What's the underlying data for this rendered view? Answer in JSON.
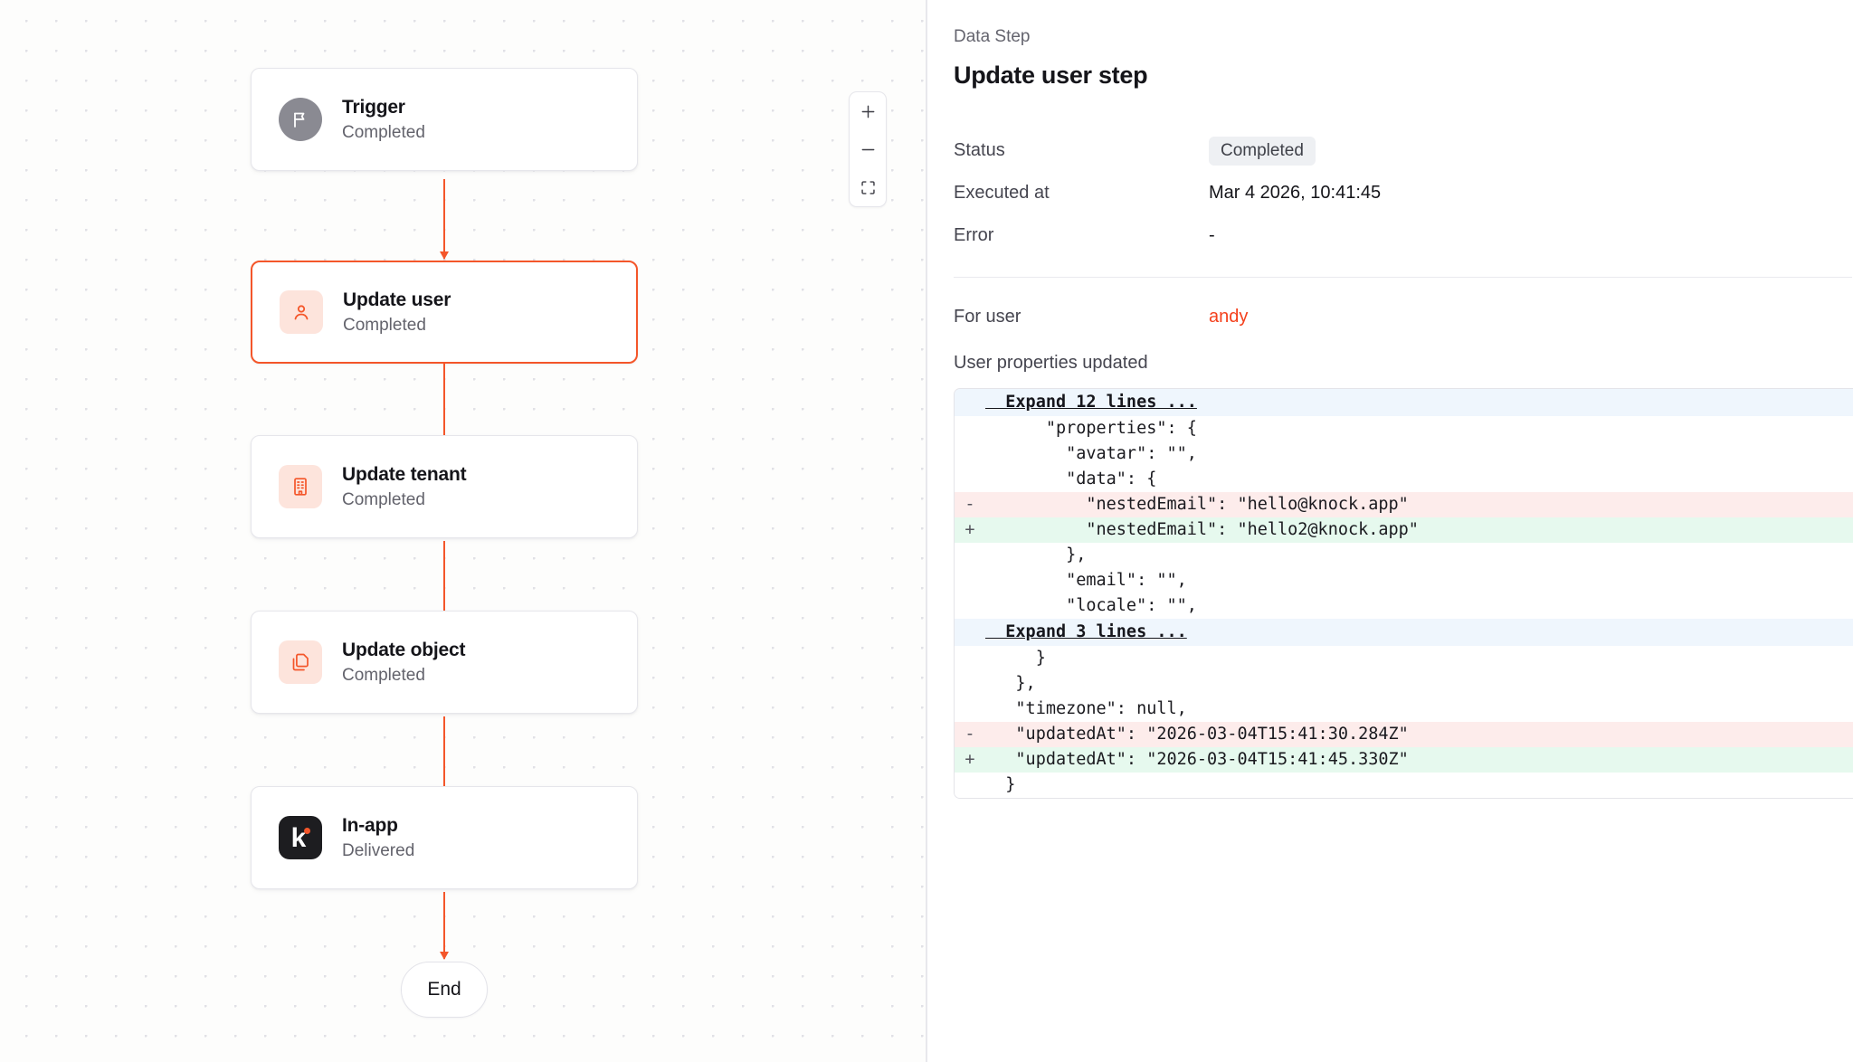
{
  "canvas": {
    "nodes": [
      {
        "title": "Trigger",
        "status": "Completed",
        "icon": "flag-icon",
        "icon_style": "gray",
        "selected": false
      },
      {
        "title": "Update user",
        "status": "Completed",
        "icon": "user-icon",
        "icon_style": "peach",
        "selected": true
      },
      {
        "title": "Update tenant",
        "status": "Completed",
        "icon": "building-icon",
        "icon_style": "peach",
        "selected": false
      },
      {
        "title": "Update object",
        "status": "Completed",
        "icon": "copy-icon",
        "icon_style": "peach",
        "selected": false
      },
      {
        "title": "In-app",
        "status": "Delivered",
        "icon": "knock-logo-icon",
        "icon_style": "dark",
        "selected": false
      }
    ],
    "end_label": "End",
    "zoom_controls": [
      {
        "name": "zoom-in-icon",
        "glyph": "+"
      },
      {
        "name": "zoom-out-icon",
        "glyph": "−"
      },
      {
        "name": "fit-view-icon",
        "glyph": "⛶"
      }
    ],
    "accent_color": "#f4562a"
  },
  "panel": {
    "eyebrow": "Data Step",
    "title": "Update user step",
    "meta": [
      {
        "label": "Status",
        "value": "Completed",
        "kind": "badge"
      },
      {
        "label": "Executed at",
        "value": "Mar 4 2026, 10:41:45",
        "kind": "text"
      },
      {
        "label": "Error",
        "value": "-",
        "kind": "text"
      }
    ],
    "for_user_label": "For user",
    "for_user_value": "andy",
    "for_user_color": "#f4401c",
    "properties_label": "User properties updated",
    "diff": {
      "lines": [
        {
          "type": "expand",
          "gutter": "",
          "code": "  Expand 12 lines ..."
        },
        {
          "type": "ctx",
          "gutter": "",
          "code": "      \"properties\": {"
        },
        {
          "type": "ctx",
          "gutter": "",
          "code": "        \"avatar\": \"\","
        },
        {
          "type": "ctx",
          "gutter": "",
          "code": "        \"data\": {"
        },
        {
          "type": "del",
          "gutter": "-",
          "code": "          \"nestedEmail\": \"hello@knock.app\""
        },
        {
          "type": "add",
          "gutter": "+",
          "code": "          \"nestedEmail\": \"hello2@knock.app\""
        },
        {
          "type": "ctx",
          "gutter": "",
          "code": "        },"
        },
        {
          "type": "ctx",
          "gutter": "",
          "code": "        \"email\": \"\","
        },
        {
          "type": "ctx",
          "gutter": "",
          "code": "        \"locale\": \"\","
        },
        {
          "type": "expand",
          "gutter": "",
          "code": "  Expand 3 lines ..."
        },
        {
          "type": "ctx",
          "gutter": "",
          "code": "     }"
        },
        {
          "type": "ctx",
          "gutter": "",
          "code": "   },"
        },
        {
          "type": "ctx",
          "gutter": "",
          "code": "   \"timezone\": null,"
        },
        {
          "type": "del",
          "gutter": "-",
          "code": "   \"updatedAt\": \"2026-03-04T15:41:30.284Z\""
        },
        {
          "type": "add",
          "gutter": "+",
          "code": "   \"updatedAt\": \"2026-03-04T15:41:45.330Z\""
        },
        {
          "type": "ctx",
          "gutter": "",
          "code": "  }"
        }
      ]
    }
  }
}
